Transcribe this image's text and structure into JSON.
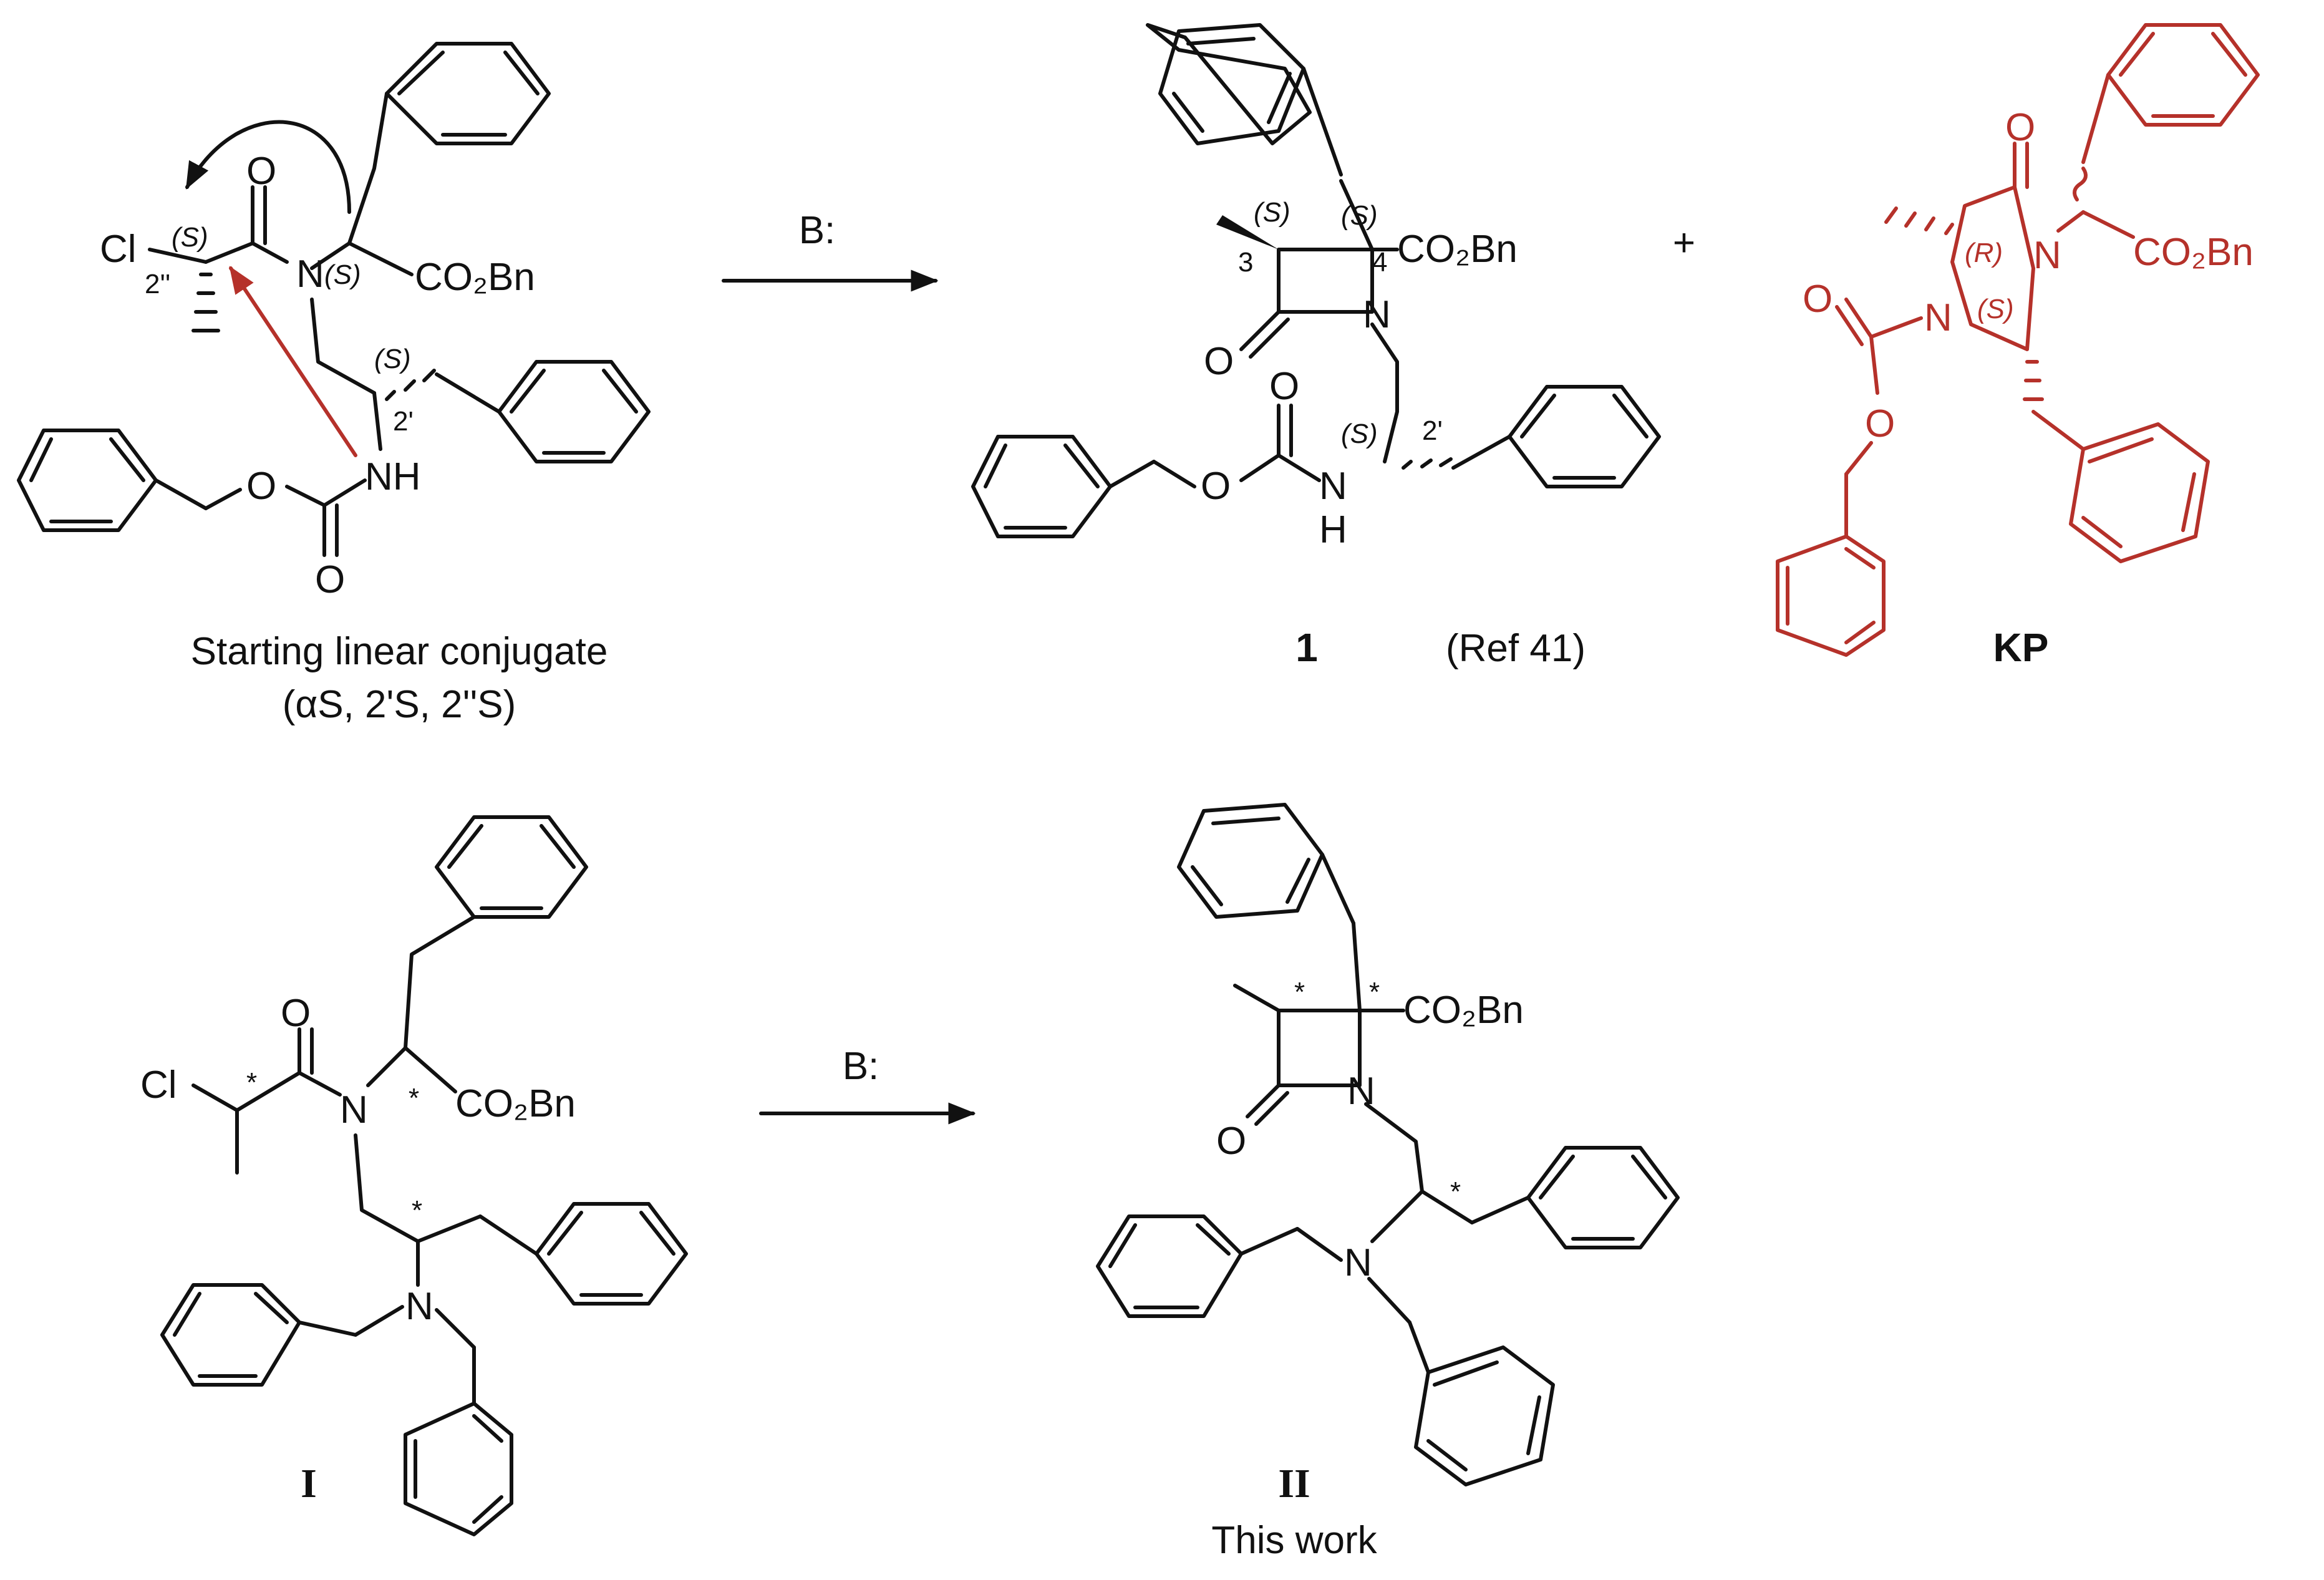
{
  "colors": {
    "ink": "#111111",
    "accent": "#b5312a"
  },
  "reagent": "B:",
  "plus": "+",
  "atoms": {
    "cl": "Cl",
    "o": "O",
    "n": "N",
    "nh": "NH",
    "h": "H",
    "co2bn": "CO₂Bn"
  },
  "stereo": {
    "s": "(S)",
    "r": "(R)",
    "star": "*"
  },
  "locants": {
    "c2dprime": "2''",
    "c2prime": "2'",
    "c3": "3",
    "c4": "4"
  },
  "top_row": {
    "start_caption_line1": "Starting linear conjugate",
    "start_caption_line2": "(αS, 2'S, 2''S)",
    "product1_label": "1",
    "product1_ref": "(Ref 41)",
    "product2_label": "KP"
  },
  "bottom_row": {
    "start_label": "I",
    "product_label": "II",
    "product_note": "This work"
  }
}
